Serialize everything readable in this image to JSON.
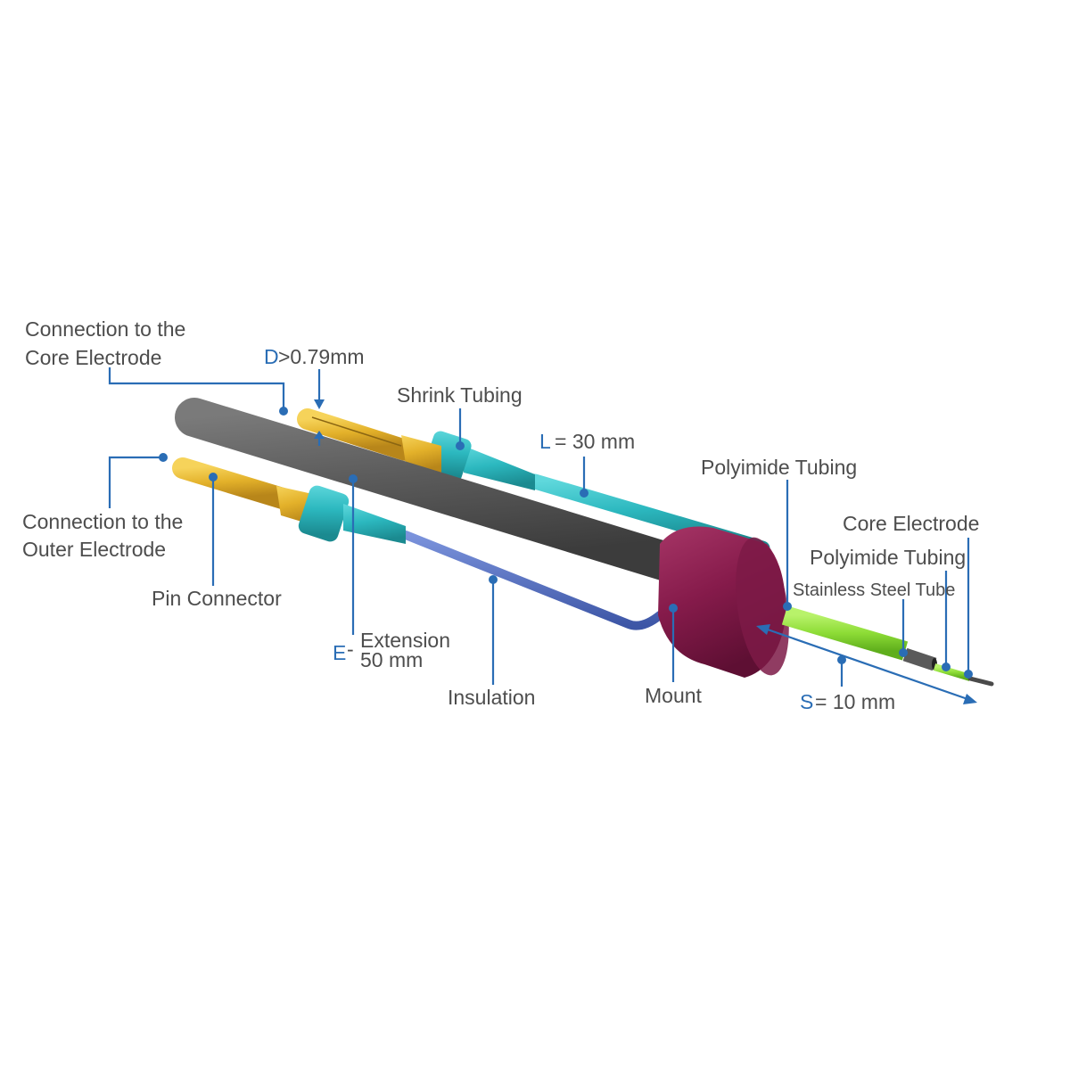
{
  "title": "Concentric electrode assembly diagram",
  "colors": {
    "accent": "#2a6db5",
    "label_text": "#4d4d4d",
    "pin_gold": "#e8b52a",
    "shrink_teal": "#2fbcc4",
    "core_gray": "#5a5a5a",
    "insulation_blue": "#5470c0",
    "mount_maroon": "#8a1f4e",
    "polyimide_green": "#8fe03a",
    "steel_dark": "#555555"
  },
  "labels": {
    "connection_core": {
      "line1": "Connection to the",
      "line2": "Core Electrode"
    },
    "diameter": {
      "symbol": "D",
      "value": ">0.79mm"
    },
    "shrink_tubing": "Shrink Tubing",
    "length": {
      "symbol": "L",
      "value": "= 30 mm"
    },
    "connection_outer": {
      "line1": "Connection to the",
      "line2": "Outer Electrode"
    },
    "pin_connector": "Pin Connector",
    "extension": {
      "symbol": "E",
      "dash": "-",
      "line1": "Extension",
      "line2": "50 mm"
    },
    "insulation": "Insulation",
    "mount": "Mount",
    "polyimide_tubing_outer": "Polyimide Tubing",
    "core_electrode": "Core Electrode",
    "polyimide_tubing_inner": "Polyimide Tubing",
    "stainless_steel_tube": "Stainless Steel Tube",
    "stick_out": {
      "symbol": "S",
      "value": "= 10 mm"
    }
  }
}
